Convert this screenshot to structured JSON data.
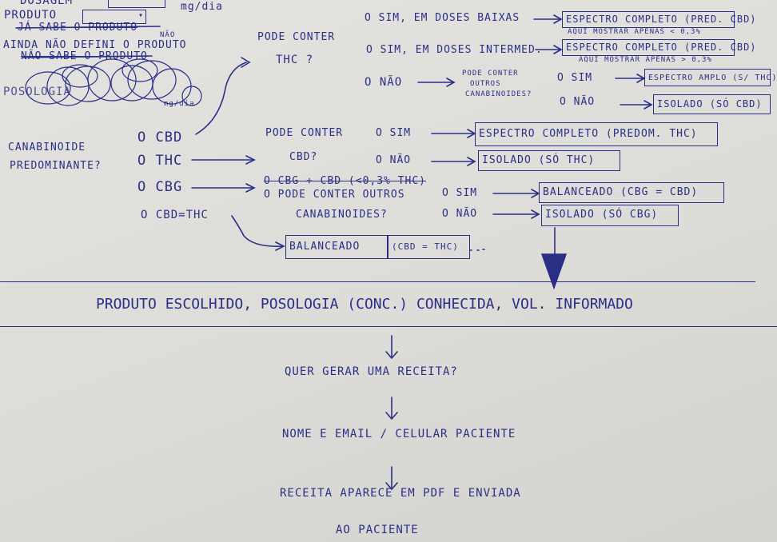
{
  "top_left": {
    "label_top": "DOSAGEM",
    "produto_label": "PRODUTO",
    "unit_label": "mg/dia",
    "ja_sabe": "JÁ SABE O PRODUTO",
    "nao_option": "NÃO",
    "ainda_nao": "AINDA NÃO DEFINI O PRODUTO",
    "nao_sabe": "NÃO SABE O PRODUTO",
    "posologia_scribble": "POSOLOGIA",
    "mg_label": "mg/dia"
  },
  "cannabinoid": {
    "title_line1": "CANABINOIDE",
    "title_line2": "PREDOMINANTE?",
    "options": [
      "O CBD",
      "O THC",
      "O CBG",
      "O CBD=THC"
    ]
  },
  "cbd_branch": {
    "question_line1": "PODE CONTER",
    "question_line2": "THC ?",
    "opt_low": "O SIM, EM DOSES BAIXAS",
    "opt_mid": "O SIM, EM DOSES INTERMED.",
    "opt_nao": "O NÃO",
    "result_low": "ESPECTRO COMPLETO (PRED. CBD)",
    "note_low": "AQUI MOSTRAR APENAS < 0,3%",
    "result_mid": "ESPECTRO COMPLETO (PRED. CBD)",
    "note_mid": "AQUI MOSTRAR APENAS > 0,3%",
    "other_q1": "PODE CONTER",
    "other_q2": "OUTROS",
    "other_q3": "CANABINOIDES?",
    "other_sim": "O SIM",
    "other_nao": "O NÃO",
    "result_amplo": "ESPECTRO AMPLO (S/ THC)",
    "result_isolado": "ISOLADO (SÓ CBD)"
  },
  "thc_branch": {
    "question_line1": "PODE CONTER",
    "question_line2": "CBD?",
    "opt_sim": "O SIM",
    "opt_nao": "O NÃO",
    "result_sim": "ESPECTRO COMPLETO (PREDOM. THC)",
    "result_nao": "ISOLADO (SÓ THC)"
  },
  "cbg_branch": {
    "struck": "O CBG + CBD (<0,3% THC)",
    "question_line1": "O PODE CONTER OUTROS",
    "question_line2": "CANABINOIDES?",
    "opt_sim": "O SIM",
    "opt_nao": "O NÃO",
    "result_sim": "BALANCEADO (CBG = CBD)",
    "result_nao": "ISOLADO (SÓ CBG)"
  },
  "balanced": {
    "left": "BALANCEADO",
    "right": "(CBD = THC)"
  },
  "flow": {
    "step1": "PRODUTO ESCOLHIDO, POSOLOGIA (CONC.) CONHECIDA, VOL. INFORMADO",
    "step2": "QUER GERAR UMA RECEITA?",
    "step3": "NOME E EMAIL / CELULAR PACIENTE",
    "step4_line1": "RECEITA APARECE EM PDF E ENVIADA",
    "step4_line2": "AO PACIENTE"
  }
}
